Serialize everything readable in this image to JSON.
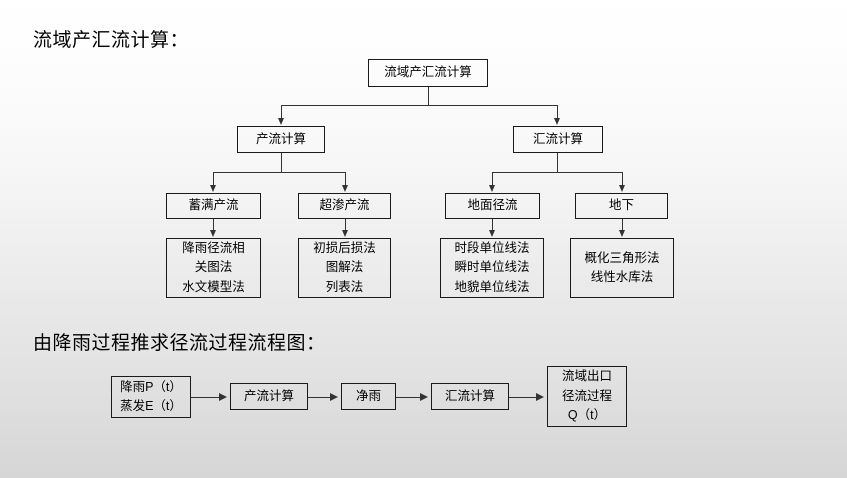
{
  "headings": {
    "tree_title": "流域产汇流计算：",
    "flow_title": "由降雨过程推求径流过程流程图："
  },
  "tree": {
    "root": {
      "label": "流域产汇流计算"
    },
    "level2": [
      {
        "label": "产流计算"
      },
      {
        "label": "汇流计算"
      }
    ],
    "level3": [
      {
        "label": "蓄满产流"
      },
      {
        "label": "超渗产流"
      },
      {
        "label": "地面径流"
      },
      {
        "label": "地下"
      }
    ],
    "leaves": [
      {
        "line1": "降雨径流相",
        "line2": "关图法",
        "line3": "水文模型法"
      },
      {
        "line1": "初损后损法",
        "line2": "图解法",
        "line3": "列表法"
      },
      {
        "line1": "时段单位线法",
        "line2": "瞬时单位线法",
        "line3": "地貌单位线法"
      },
      {
        "line1": "概化三角形法",
        "line2": "线性水库法",
        "line3": ""
      }
    ]
  },
  "flow": {
    "steps": [
      {
        "line1": "降雨P（t）",
        "line2": "蒸发E（t）",
        "line3": ""
      },
      {
        "line1": "产流计算",
        "line2": "",
        "line3": ""
      },
      {
        "line1": "净雨",
        "line2": "",
        "line3": ""
      },
      {
        "line1": "汇流计算",
        "line2": "",
        "line3": ""
      },
      {
        "line1": "流域出口",
        "line2": "径流过程",
        "line3": "Q（t）"
      }
    ]
  },
  "colors": {
    "border": "#1a1a1a",
    "connector": "#333333",
    "text": "#000000",
    "background_top": "#ffffff",
    "background_bottom": "#d6d6d6"
  }
}
